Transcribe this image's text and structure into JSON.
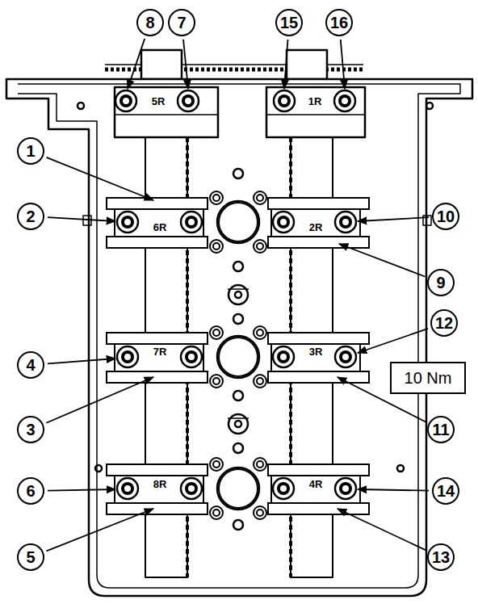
{
  "diagram": {
    "nodes": [
      {
        "text": [
          "10 Nm"
        ]
      }
    ],
    "labels": [
      "8",
      "7",
      "15",
      "16",
      "5R",
      "1R",
      "1",
      "2",
      "6R",
      "2R",
      "10",
      "9",
      "12",
      "4",
      "7R",
      "3R",
      "3",
      "11",
      "6",
      "8R",
      "4R",
      "14",
      "5",
      "13"
    ]
  }
}
